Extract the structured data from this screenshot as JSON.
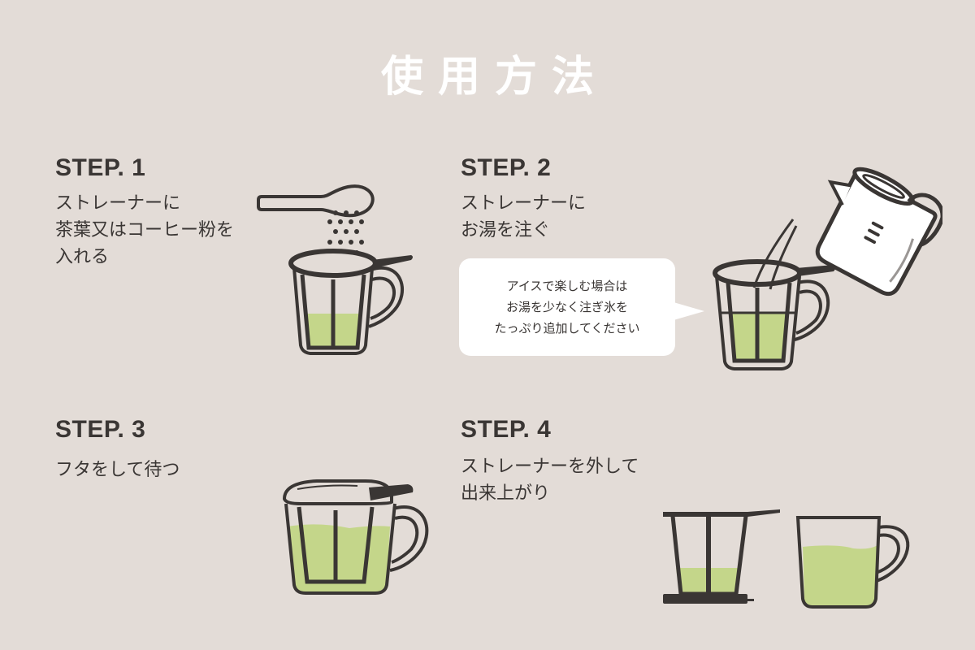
{
  "title": "使用方法",
  "colors": {
    "background": "#e3dcd7",
    "tea_green": "#c4d68a",
    "outline": "#3a3634",
    "title_text": "#ffffff",
    "bubble": "#ffffff"
  },
  "steps": [
    {
      "label": "STEP. 1",
      "description": "ストレーナーに\n茶葉又はコーヒー粉を\n入れる",
      "illustration": "spoon-pouring-powder-into-strainer-mug-icon"
    },
    {
      "label": "STEP. 2",
      "description": "ストレーナーに\nお湯を注ぐ",
      "illustration": "kettle-pouring-water-into-strainer-mug-icon",
      "note": "アイスで楽しむ場合は\nお湯を少なく注ぎ氷を\nたっぷり追加してください"
    },
    {
      "label": "STEP. 3",
      "description": "フタをして待つ",
      "illustration": "lidded-mug-icon"
    },
    {
      "label": "STEP. 4",
      "description": "ストレーナーを外して\n出来上がり",
      "illustration": "removed-strainer-and-finished-mug-icon"
    }
  ]
}
